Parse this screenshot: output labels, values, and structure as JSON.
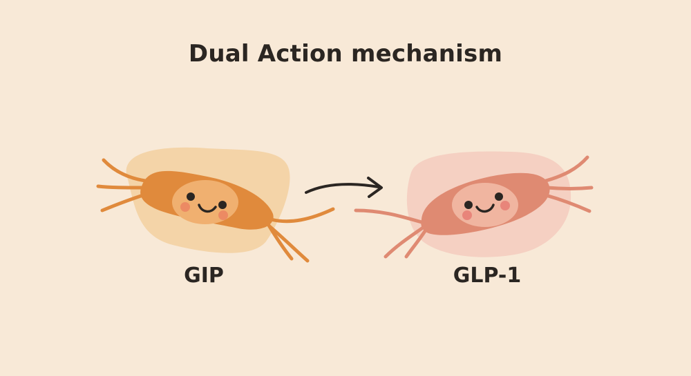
{
  "title": "Dual Action mechanism",
  "cells": [
    {
      "label": "GIP",
      "color": "#e08a3c",
      "blob": "#f3d0a0"
    },
    {
      "label": "GLP-1",
      "color": "#df8a72",
      "blob": "#f4cbbe"
    }
  ],
  "arrow": {
    "color": "#2b2622",
    "from": "GIP",
    "to": "GLP-1"
  }
}
